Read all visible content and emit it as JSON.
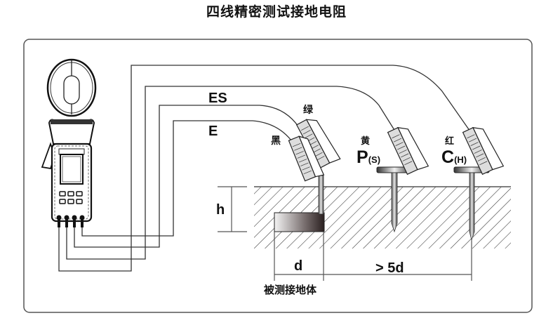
{
  "title": "四线精密测试接地电阻",
  "diagram": {
    "wire_labels": {
      "es": "ES",
      "e": "E"
    },
    "clip_colors": {
      "green": "绿",
      "black": "黑",
      "yellow": "黄",
      "red": "红"
    },
    "probes": {
      "p": {
        "letter": "P",
        "sub": "(S)"
      },
      "c": {
        "letter": "C",
        "sub": "(H)"
      }
    },
    "dimensions": {
      "depth": "h",
      "width": "d",
      "distance": "> 5d"
    },
    "grounding_body_label": "被测接地体"
  }
}
